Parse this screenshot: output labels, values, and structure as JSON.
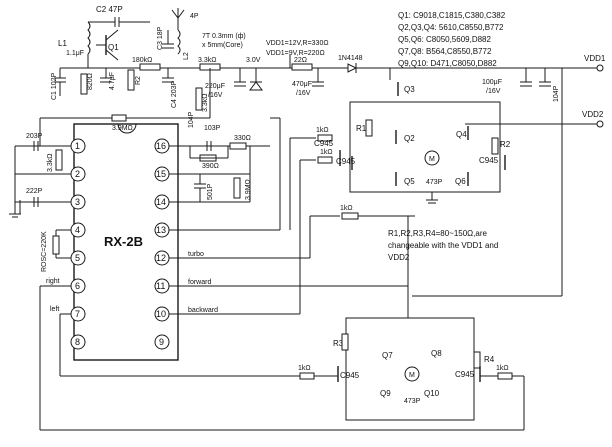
{
  "legend": {
    "q1": "Q1: C9018,C1815,C380,C382",
    "q2q3q4": "Q2,Q3,Q4:  5610,C8550,B772",
    "q5q6": "Q5,Q6:  C8050,5609,D882",
    "q7q8": "Q7,Q8:  B564,C8550,B772",
    "q9q10": "Q9,Q10:  D471,C8050,D882"
  },
  "supply": {
    "vdd1": "VDD1",
    "vdd2": "VDD2",
    "cond1": "VDD1=12V,R=330Ω",
    "cond2": "VDD1=9V,R=220Ω"
  },
  "note": {
    "line1": "R1,R2,R3,R4=80~150Ω,are",
    "line2": "changeable with the VDD1 and",
    "line3": "VDD2"
  },
  "chip": {
    "name": "RX-2B",
    "left_pins": [
      "1",
      "2",
      "3",
      "4",
      "5",
      "6",
      "7",
      "8"
    ],
    "right_pins": [
      "16",
      "15",
      "14",
      "13",
      "12",
      "11",
      "10",
      "9"
    ]
  },
  "signals": {
    "turbo": "turbo",
    "forward": "forward",
    "backward": "backward",
    "right": "right",
    "left": "left"
  },
  "components": {
    "c2": "C2 47P",
    "l1": "L1",
    "l1_val": "1.1μF",
    "q1": "Q1",
    "c1": "C1 102P",
    "r_820": "820Ω",
    "c_47u": "4.7μF",
    "r2_label": "R2",
    "r_180k": "180kΩ",
    "c3": "C3 18P",
    "l2": "L2",
    "l2_spec1": "7T 0.3mm (ф)",
    "l2_spec2": "x 5mm(Core)",
    "ant_cap": "4P",
    "r_3k3_top": "3.3kΩ",
    "v_3v": "3.0V",
    "c4": "C4 203P",
    "c_104_a": "104P",
    "r_3k3_v": "3.3kΩ",
    "c_220u": "220μF",
    "c_220u_v": "/16V",
    "r_22": "22Ω",
    "diode": "1N4148",
    "c_470u": "470μF",
    "c_470u_v": "/16V",
    "c_100u": "100μF",
    "c_100u_v": "/16V",
    "c_104_b": "104P",
    "r_39m": "3.9MΩ",
    "c_203p": "203P",
    "r_3k3_pin": "3.3kΩ",
    "c_222p": "222P",
    "r_osc": "ROSC=220K",
    "c_103p": "103P",
    "r_330": "330Ω",
    "r_390": "390Ω",
    "c_501p": "501P",
    "r_39m_b": "3.9MΩ",
    "r1": "R1",
    "r2": "R2",
    "r3": "R3",
    "r4": "R4",
    "r_1k_a": "1kΩ",
    "r_1k_b": "1kΩ",
    "r_1k_c": "1kΩ",
    "r_1k_d": "1kΩ",
    "r_1k_e": "1kΩ",
    "q2": "Q2",
    "q3": "Q3",
    "q4": "Q4",
    "q5": "Q5",
    "q6": "Q6",
    "q7": "Q7",
    "q8": "Q8",
    "q9": "Q9",
    "q10": "Q10",
    "c945_a": "C945",
    "c945_b": "C945",
    "c945_c": "C945",
    "c945_d": "C945",
    "motor_cap_a": "473P",
    "motor_cap_b": "473P",
    "motor": "M"
  }
}
